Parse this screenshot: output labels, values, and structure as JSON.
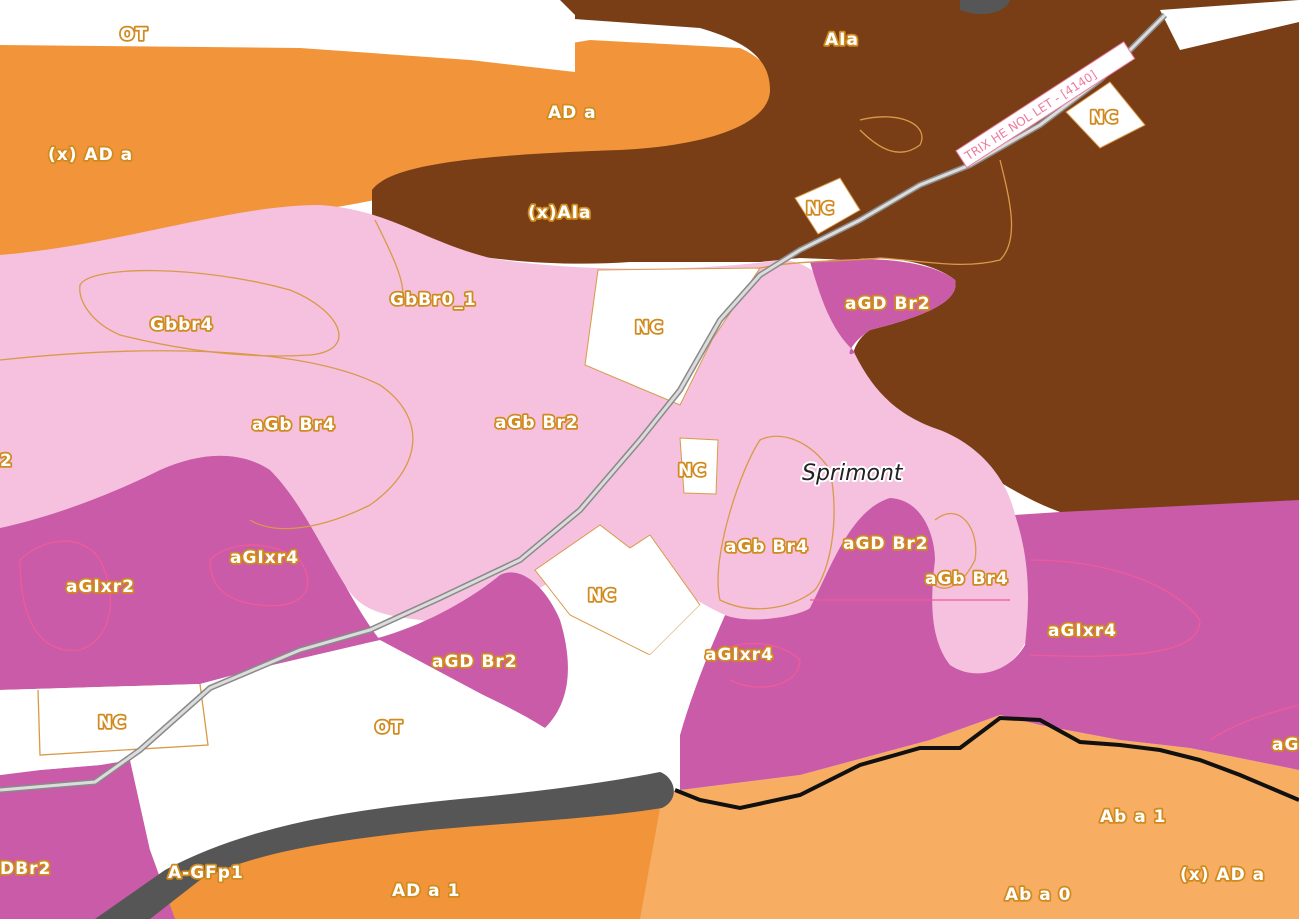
{
  "colors": {
    "background": "#ffffff",
    "light_orange": "#f7ad62",
    "orange": "#f2953a",
    "brown": "#7a3e16",
    "pink": "#f5c1de",
    "magenta": "#c95ba9",
    "dark_gray": "#565656",
    "road": "#b0b0b0",
    "label_halo": "#d08a1e",
    "boundary_orange": "#d89a48",
    "boundary_pink": "#f05a9a"
  },
  "map": {
    "place_name": "Sprimont",
    "road_name": "TRIX HE NOL LET - [4140]",
    "labels": {
      "ot_top": "OT",
      "ala_top": "AIa",
      "ad_a": "AD a",
      "x_ad_a_left": "(x) AD a",
      "nc_top_right": "NC",
      "x_ala": "(x)AIa",
      "nc_road": "NC",
      "gbbr0_1": "GbBr0_1",
      "gbbr4": "Gbbr4",
      "nc_center": "NC",
      "agdbr2_top": "aGD Br2",
      "agbbr4_left": "aGb Br4",
      "agbbr2": "aGb Br2",
      "nc_small": "NC",
      "left_2": "2",
      "agixr4_left": "aGIxr4",
      "agixr2": "aGIxr2",
      "agbbr4_mid": "aGb Br4",
      "agdbr2_mid": "aGD Br2",
      "agbbr4_right": "aGb Br4",
      "nc_south": "NC",
      "agixr4_right": "aGIxr4",
      "agixr4_mid": "aGIxr4",
      "agdbr2_low": "aGD Br2",
      "nc_left": "NC",
      "ot_bottom": "OT",
      "ag_edge": "aG",
      "aba1": "Ab a 1",
      "dbr2_edge": "DBr2",
      "agfp1": "A-GFp1",
      "ada1": "AD a 1",
      "aba0": "Ab a 0",
      "x_ad_a_right": "(x) AD a"
    }
  }
}
